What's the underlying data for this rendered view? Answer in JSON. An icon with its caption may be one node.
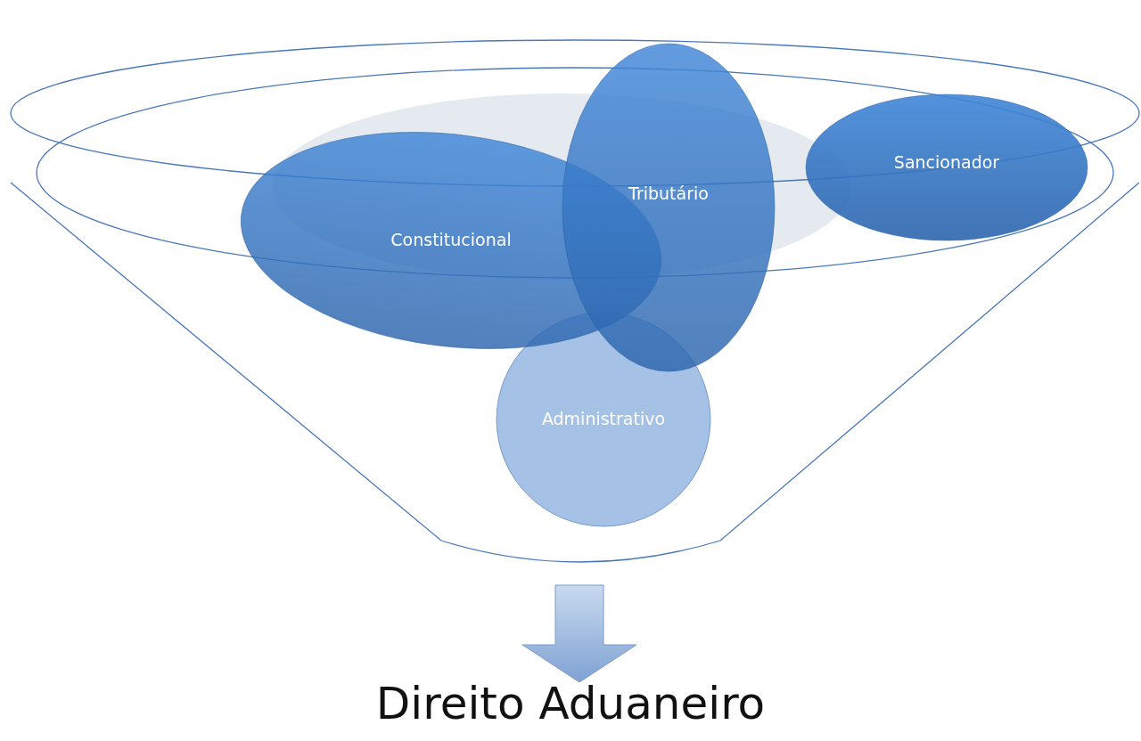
{
  "diagram": {
    "nodes": [
      {
        "text": [],
        "shape": "funnel"
      },
      {
        "text": [
          "Administrativo"
        ],
        "in": 0
      },
      {
        "text": [
          "Constitucional"
        ],
        "in": 0
      },
      {
        "text": [
          "Tributário"
        ],
        "in": 0
      },
      {
        "text": [
          "Sancionador"
        ],
        "in": 0
      },
      {
        "text": [
          "Direito Aduaneiro"
        ]
      }
    ],
    "edges": [
      {
        "from": 0,
        "to": 5,
        "arrow": "to"
      }
    ]
  }
}
